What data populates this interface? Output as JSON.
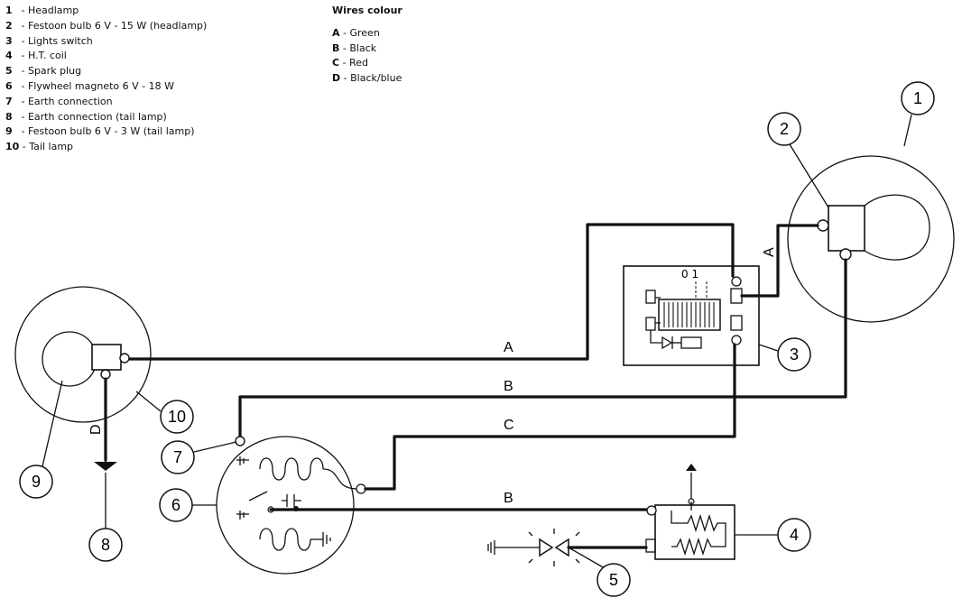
{
  "legend": [
    {
      "num": "1",
      "text": "Headlamp"
    },
    {
      "num": "2",
      "text": "Festoon bulb 6 V - 15 W (headlamp)"
    },
    {
      "num": "3",
      "text": "Lights switch"
    },
    {
      "num": "4",
      "text": "H.T. coil"
    },
    {
      "num": "5",
      "text": "Spark plug"
    },
    {
      "num": "6",
      "text": "Flywheel magneto 6 V - 18 W"
    },
    {
      "num": "7",
      "text": "Earth connection"
    },
    {
      "num": "8",
      "text": "Earth connection (tail lamp)"
    },
    {
      "num": "9",
      "text": "Festoon bulb 6 V - 3 W (tail lamp)"
    },
    {
      "num": "10",
      "text": "Tail lamp"
    }
  ],
  "wire_colours": {
    "title": "Wires colour",
    "items": [
      {
        "key": "A",
        "value": "Green"
      },
      {
        "key": "B",
        "value": "Black"
      },
      {
        "key": "C",
        "value": "Red"
      },
      {
        "key": "D",
        "value": "Black/blue"
      }
    ]
  },
  "callouts": [
    "1",
    "2",
    "3",
    "4",
    "5",
    "6",
    "7",
    "8",
    "9",
    "10"
  ],
  "wire_labels": {
    "a": "A",
    "b_top": "B",
    "c": "C",
    "b_bottom": "B",
    "d": "D",
    "a_vertical": "A"
  },
  "switch_positions": "0 1"
}
